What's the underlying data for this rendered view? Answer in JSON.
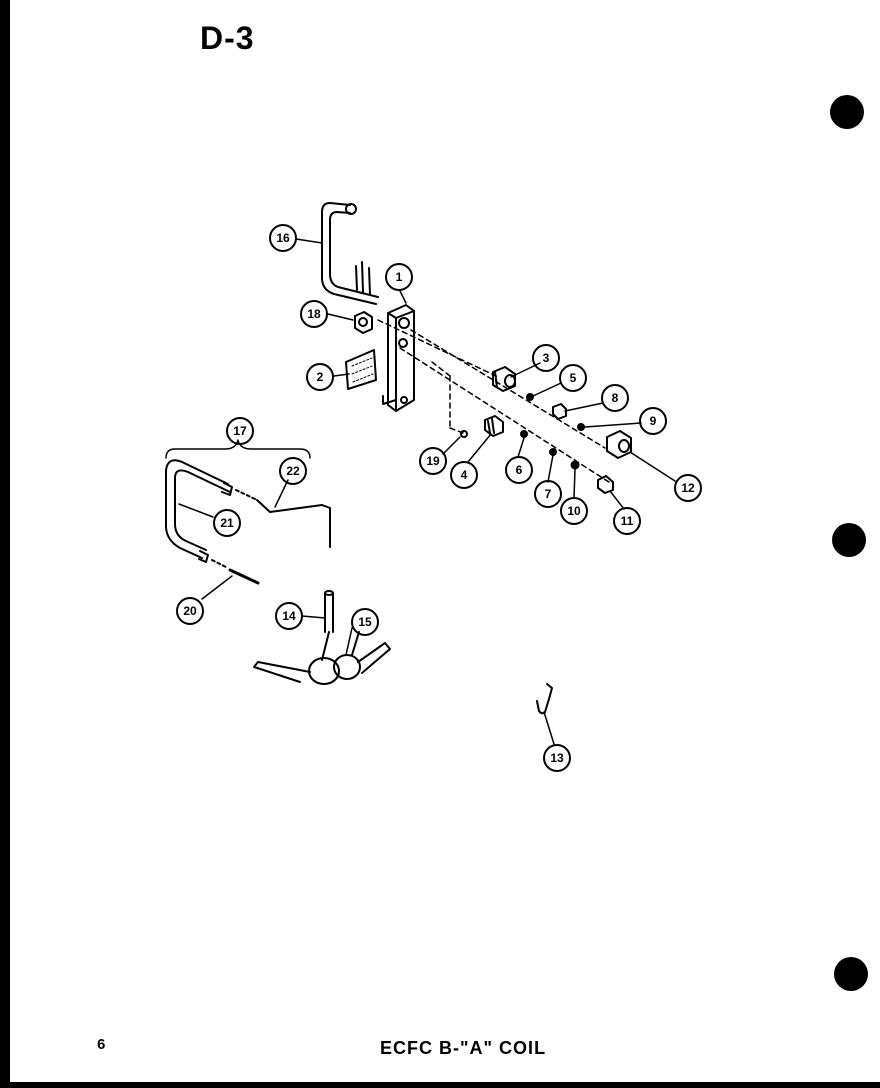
{
  "page": {
    "code": "D-3",
    "number": "6",
    "caption": "ECFC B-\"A\" COIL"
  },
  "callouts": {
    "c1": "1",
    "c2": "2",
    "c3": "3",
    "c4": "4",
    "c5": "5",
    "c6": "6",
    "c7": "7",
    "c8": "8",
    "c9": "9",
    "c10": "10",
    "c11": "11",
    "c12": "12",
    "c13": "13",
    "c14": "14",
    "c15": "15",
    "c16": "16",
    "c17": "17",
    "c18": "18",
    "c19": "19",
    "c20": "20",
    "c21": "21",
    "c22": "22"
  }
}
